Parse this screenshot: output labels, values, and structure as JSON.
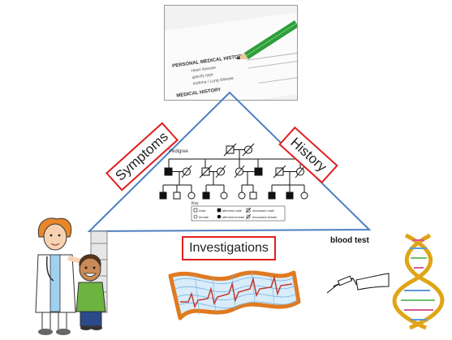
{
  "labels": {
    "symptoms": "Symptoms",
    "history": "History",
    "investigations": "Investigations"
  },
  "record": {
    "line1": "PERSONAL MEDICAL HISTORY",
    "line2": "Heart disease",
    "line3": "specify type",
    "line4": "Asthma / Lung disease",
    "line5": "MEDICAL HISTORY"
  },
  "pedigree": {
    "title": "Pedigree",
    "key_title": "Key",
    "key": [
      "male",
      "affected male",
      "deceased male",
      "female",
      "affected female",
      "deceased female"
    ]
  },
  "blood_test": {
    "title": "blood test"
  },
  "colors": {
    "label_border": "#e02020",
    "triangle": "#4f7fc0",
    "pencil": "#2e9e3a"
  },
  "icons": [
    "medical-record-icon",
    "pedigree-chart-icon",
    "doctor-child-icon",
    "ecg-paper-icon",
    "blood-test-icon",
    "dna-icon"
  ]
}
